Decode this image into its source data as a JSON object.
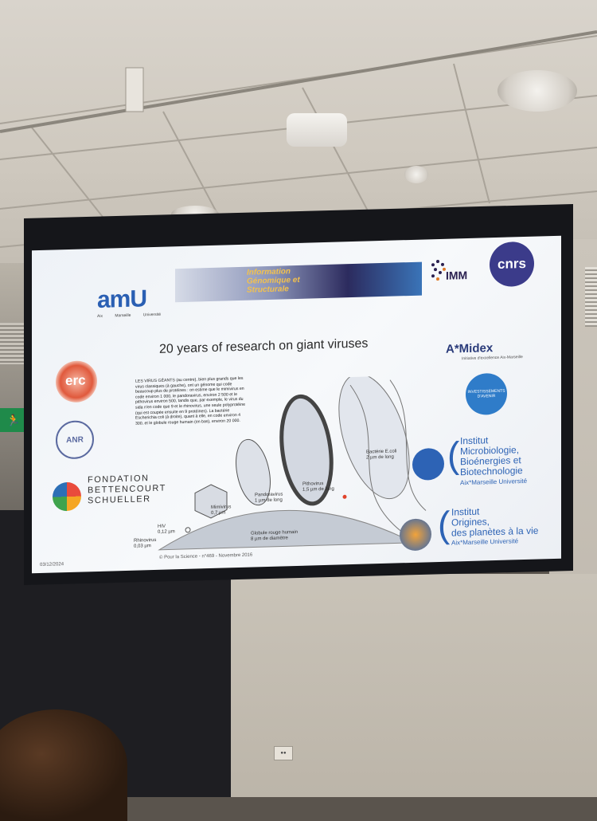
{
  "room": {
    "exit_sign": "",
    "outlet_label": ""
  },
  "slide": {
    "logo_amu": "amU",
    "logo_amu_sub": [
      "Aix",
      "Marseille",
      "Université"
    ],
    "banner_text": "Information\nGénomique et\nStructurale",
    "logo_imm": "IMM",
    "logo_cnrs": "cnrs",
    "title": "20 years of research on giant viruses",
    "logo_erc": "erc",
    "logo_anr": "ANR",
    "fondation": "FONDATION\nBETTENCOURT\nSCHUELLER",
    "body_text": "LES VIRUS GÉANTS (au centre), bien plus grands que les virus classiques (à gauche), ont un génome qui code beaucoup plus de protéines : on estime que le mimivirus en code environ 1 000, le pandoravirus, environ 2 500 et le pithovirus environ 500, tandis que, par exemple, le virus du sida n'en code que 9 et le rhinovirus, une seule polyprotéine (qui est coupée ensuite en 9 protéines). La bactérie Escherichia coli (à droite), quant à elle, en code environ 4 300, et le globule rouge humain (en bas), environ 20 000.",
    "labels": {
      "rhinovirus": "Rhinovirus\n0,03 µm",
      "hiv": "HIV\n0,12 µm",
      "mimivirus": "Mimivirus\n0,7 µm",
      "pandoravirus": "Pandoravirus\n1 µm de long",
      "pithovirus": "Pithovirus\n1,5 µm de long",
      "ecoli": "Bactérie E.coli\n2 µm de long",
      "globule": "Globule rouge humain\n8 µm de diamètre"
    },
    "amidex": "A*Midex",
    "amidex_sub": "Initiative d'excellence Aix-Marseille",
    "investissements": "INVESTISSEMENTS D'AVENIR",
    "institut1": "Institut\nMicrobiologie,\nBioénergies et\nBiotechnologie",
    "institut1_uni": "Aix*Marseille Université",
    "institut2": "Institut\nOrigines,\ndes planètes à la vie",
    "institut2_uni": "Aix*Marseille Université",
    "date": "03/12/2024",
    "credit": "© Pour la Science - n°469 - Novembre 2016"
  },
  "colors": {
    "amu_blue": "#2a5fb3",
    "cnrs_purple": "#3b3b8a",
    "banner_text": "#f2c14e",
    "exit_green": "#1f8a4a"
  }
}
